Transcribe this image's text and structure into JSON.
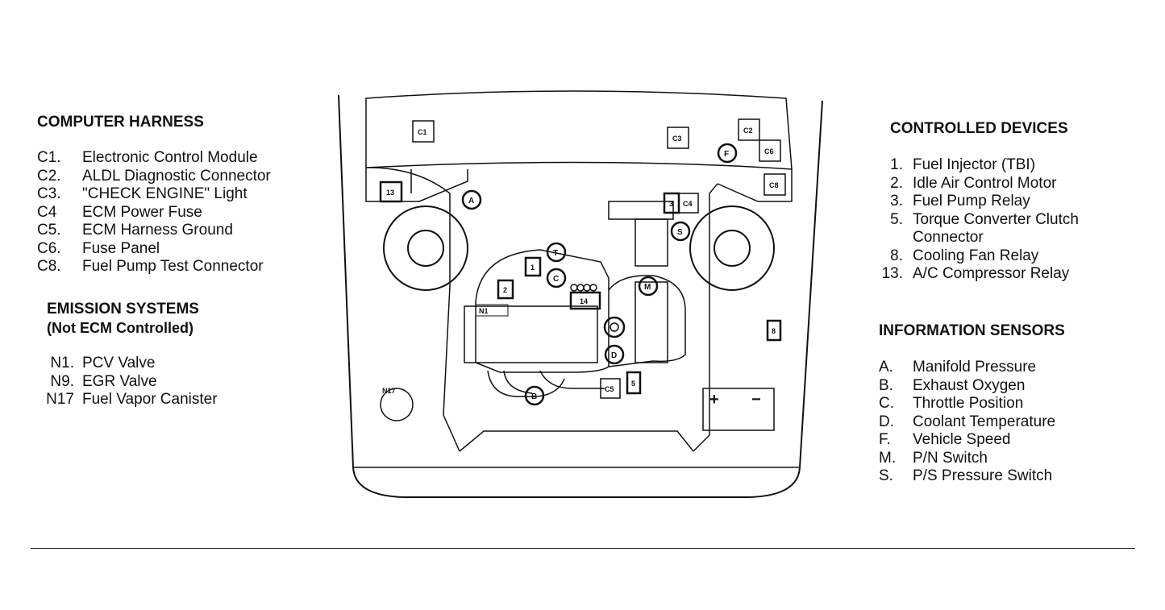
{
  "computer_harness": {
    "title": "COMPUTER HARNESS",
    "items": [
      {
        "code": "C1.",
        "label": "Electronic Control Module"
      },
      {
        "code": "C2.",
        "label": "ALDL Diagnostic Connector"
      },
      {
        "code": "C3.",
        "label": "\"CHECK ENGINE\" Light"
      },
      {
        "code": "C4",
        "label": "ECM Power Fuse"
      },
      {
        "code": "C5.",
        "label": "ECM Harness Ground"
      },
      {
        "code": "C6.",
        "label": "Fuse Panel"
      },
      {
        "code": "C8.",
        "label": "Fuel Pump Test Connector"
      }
    ]
  },
  "emission_systems": {
    "title": "EMISSION SYSTEMS",
    "subtitle": "(Not ECM Controlled)",
    "items": [
      {
        "code": "N1.",
        "label": "PCV Valve"
      },
      {
        "code": "N9.",
        "label": "EGR Valve"
      },
      {
        "code": "N17",
        "label": "Fuel Vapor Canister"
      }
    ]
  },
  "controlled_devices": {
    "title": "CONTROLLED DEVICES",
    "items": [
      {
        "code": "1.",
        "label": "Fuel Injector (TBI)"
      },
      {
        "code": "2.",
        "label": "Idle Air Control Motor"
      },
      {
        "code": "3.",
        "label": "Fuel Pump Relay"
      },
      {
        "code": "5.",
        "label": "Torque Converter Clutch",
        "label_cont": "Connector"
      },
      {
        "code": "8.",
        "label": "Cooling Fan Relay"
      },
      {
        "code": "13.",
        "label": "A/C Compressor Relay"
      }
    ]
  },
  "information_sensors": {
    "title": "INFORMATION SENSORS",
    "items": [
      {
        "code": "A.",
        "label": "Manifold Pressure"
      },
      {
        "code": "B.",
        "label": "Exhaust Oxygen"
      },
      {
        "code": "C.",
        "label": "Throttle Position"
      },
      {
        "code": "D.",
        "label": "Coolant Temperature"
      },
      {
        "code": "F.",
        "label": "Vehicle Speed"
      },
      {
        "code": "M.",
        "label": "P/N Switch"
      },
      {
        "code": "S.",
        "label": "P/S Pressure Switch"
      }
    ]
  },
  "diagram_labels": {
    "c1": "C1",
    "c2": "C2",
    "c3": "C3",
    "c4": "C4",
    "c5": "C5",
    "c6": "C6",
    "c8": "C8",
    "n1": "N1",
    "n17": "N17",
    "d1": "1",
    "d2": "2",
    "d3": "3",
    "d5": "5",
    "d8": "8",
    "d13": "13",
    "d14": "14",
    "sa": "A",
    "sb": "B",
    "sc": "C",
    "sd": "D",
    "sf": "F",
    "sm": "M",
    "ss": "S",
    "st": "T",
    "plus": "+",
    "minus": "−"
  }
}
